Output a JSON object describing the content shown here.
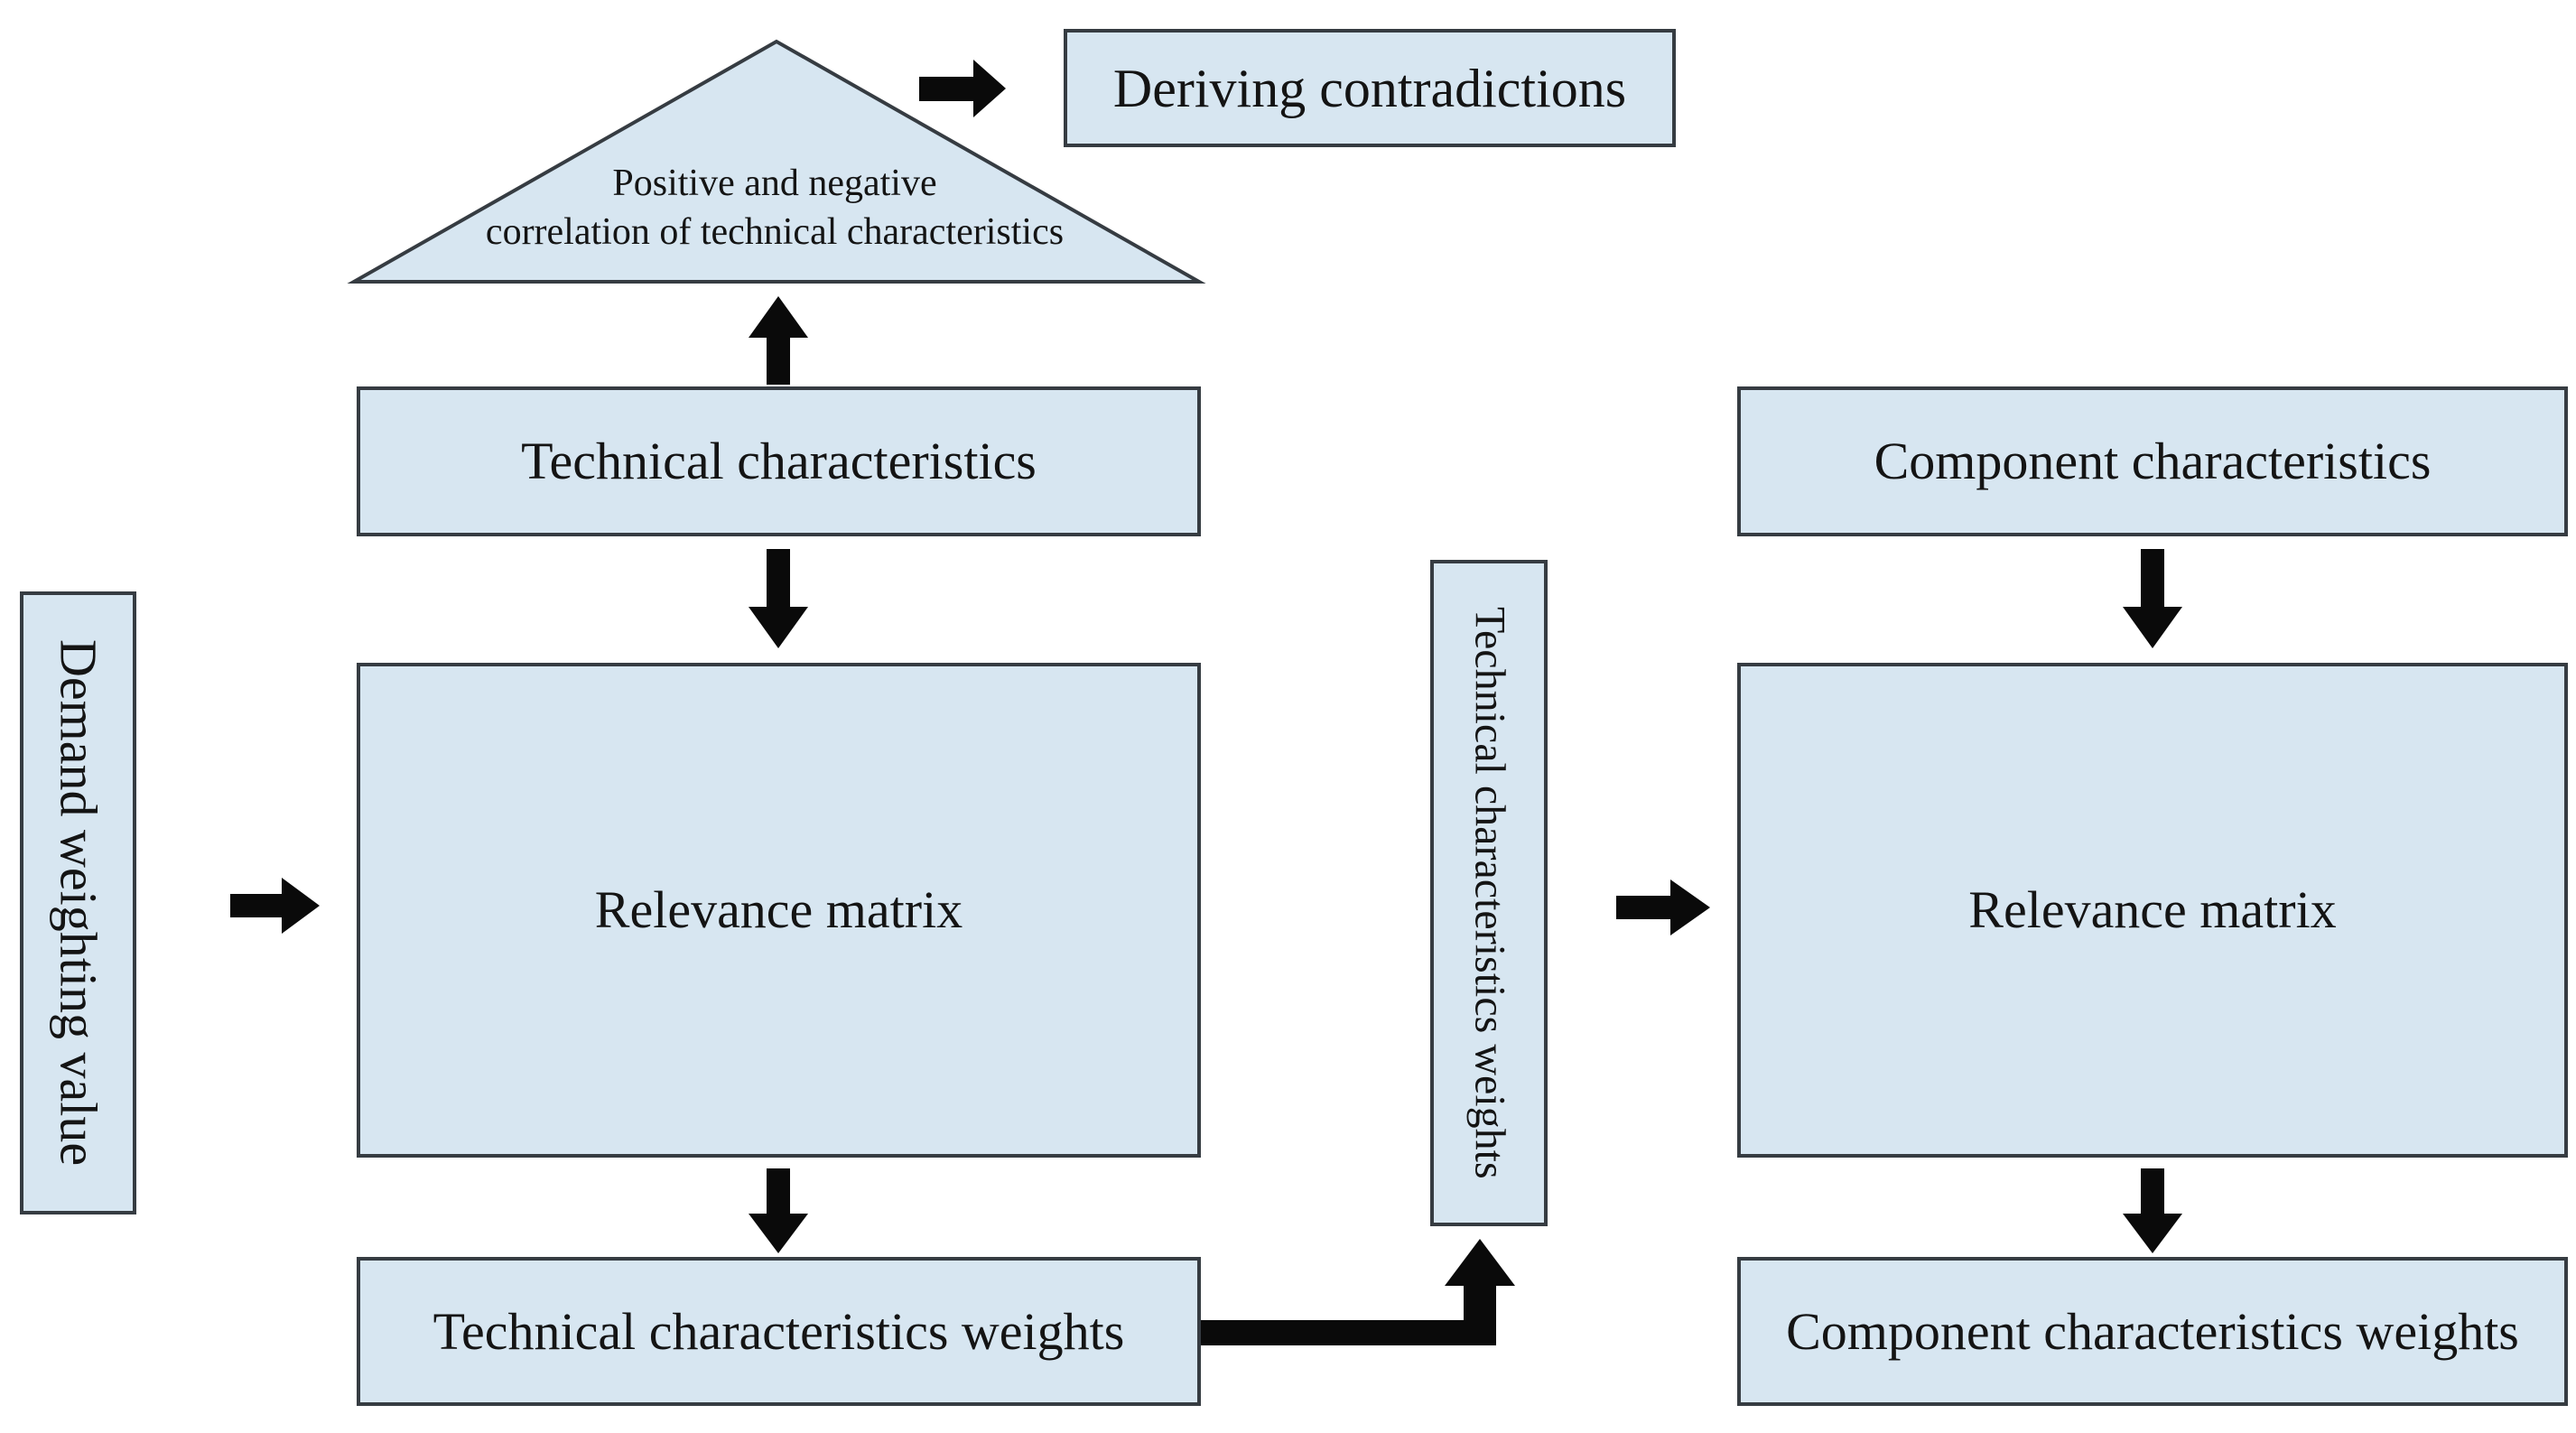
{
  "diagram": {
    "colors": {
      "box_fill": "#d7e6f1",
      "box_border": "#363c42",
      "arrow": "#0a0a0a",
      "background": "#ffffff",
      "text": "#141414"
    },
    "triangle": {
      "label_line1": "Positive and negative",
      "label_line2": "correlation of technical characteristics"
    },
    "nodes": {
      "deriving_contradictions": "Deriving contradictions",
      "technical_characteristics": "Technical characteristics",
      "relevance_matrix_left": "Relevance matrix",
      "technical_characteristics_weights": "Technical characteristics weights",
      "demand_weighting_value": "Demand weighting value",
      "technical_characteristics_weights_vertical": "Technical characteristics weights",
      "component_characteristics": "Component characteristics",
      "relevance_matrix_right": "Relevance matrix",
      "component_characteristics_weights": "Component characteristics weights"
    }
  }
}
